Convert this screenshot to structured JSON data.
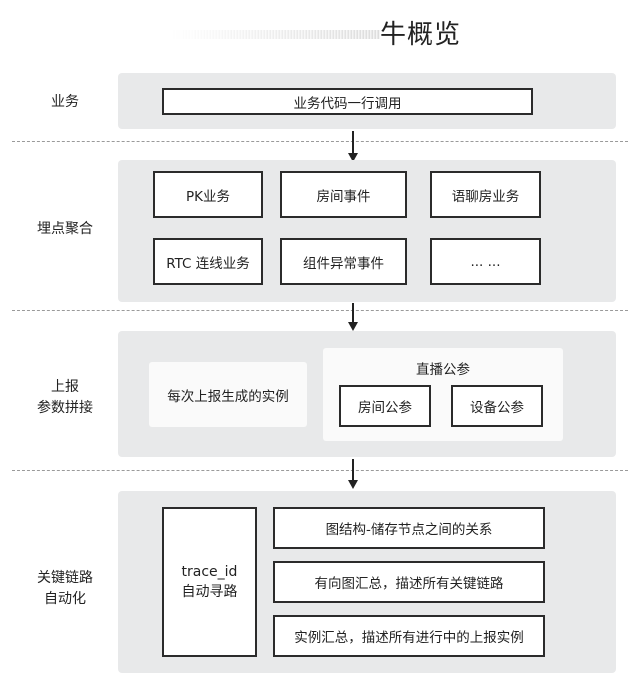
{
  "title": "牛概览",
  "rows": {
    "business": {
      "label": "业务",
      "box": "业务代码一行调用"
    },
    "tracking": {
      "label": "埋点聚合",
      "boxes": [
        "PK业务",
        "房间事件",
        "语聊房业务",
        "RTC 连线业务",
        "组件异常事件",
        "... ..."
      ]
    },
    "report": {
      "label_line1": "上报",
      "label_line2": "参数拼接",
      "instance_box": "每次上报生成的实例",
      "live_group": {
        "title": "直播公参",
        "items": [
          "房间公参",
          "设备公参"
        ]
      }
    },
    "chain": {
      "label_line1": "关键链路",
      "label_line2": "自动化",
      "trace_line1": "trace_id",
      "trace_line2": "自动寻路",
      "items": [
        "图结构-储存节点之间的关系",
        "有向图汇总，描述所有关键链路",
        "实例汇总，描述所有进行中的上报实例"
      ]
    }
  }
}
